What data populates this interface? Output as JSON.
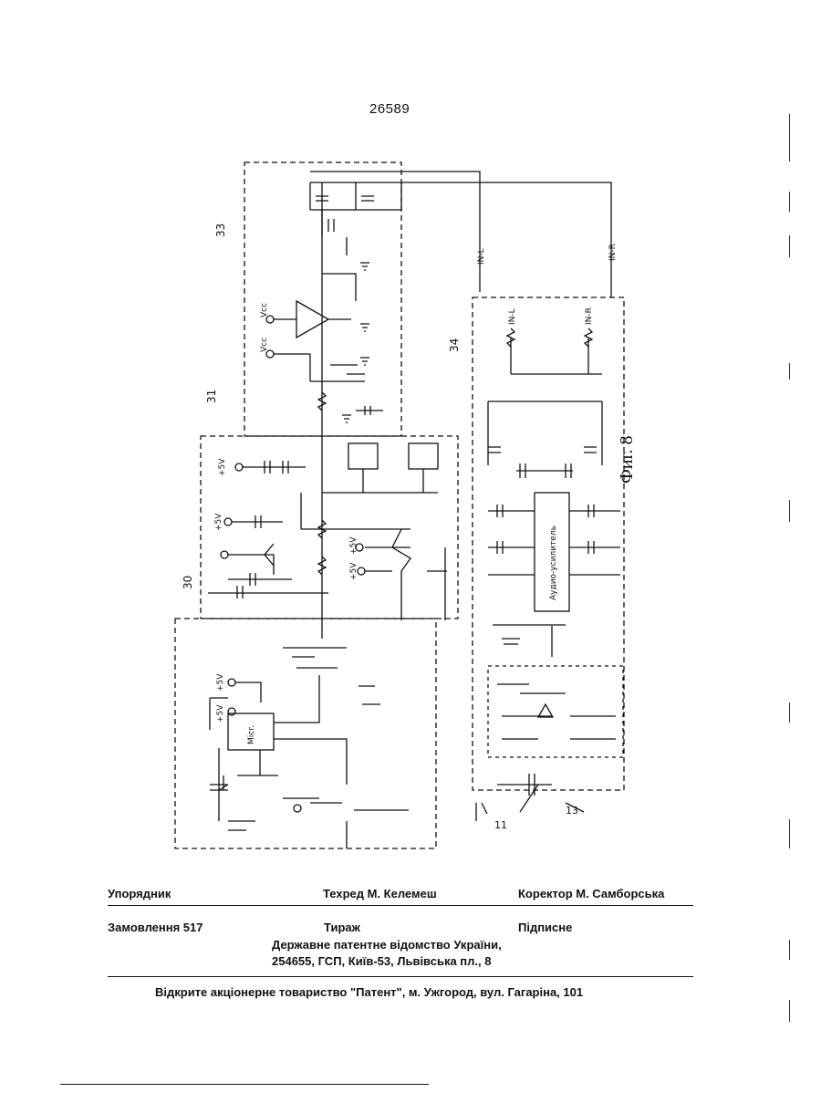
{
  "page_number": "26589",
  "figure": {
    "caption": "Фиг. 8",
    "block_labels": [
      "33",
      "31",
      "30",
      "34",
      "13",
      "11"
    ],
    "supply_labels": [
      "Vcc",
      "Vcc",
      "+5V",
      "+5V",
      "+5V",
      "+5V",
      "+5V",
      "+5V"
    ],
    "signal_labels": [
      "IN-L",
      "IN-R",
      "IN-L",
      "IN-R"
    ],
    "chip_labels": [
      "Аудио-усилитель",
      "Micr."
    ]
  },
  "imprint": {
    "compiler": "Упорядник",
    "techred": "Техред М. Келемеш",
    "proofreader": "Коректор  М. Самборська",
    "order": "Замовлення 517",
    "print_run": "Тираж",
    "signed": "Підписне",
    "office_line1": "Державне патентне відомство України,",
    "office_line2": "254655, ГСП, Київ-53, Львівська пл., 8",
    "printer": "Відкрите акціонерне товариство \"Патент\", м. Ужгород, вул. Гагаріна, 101"
  }
}
